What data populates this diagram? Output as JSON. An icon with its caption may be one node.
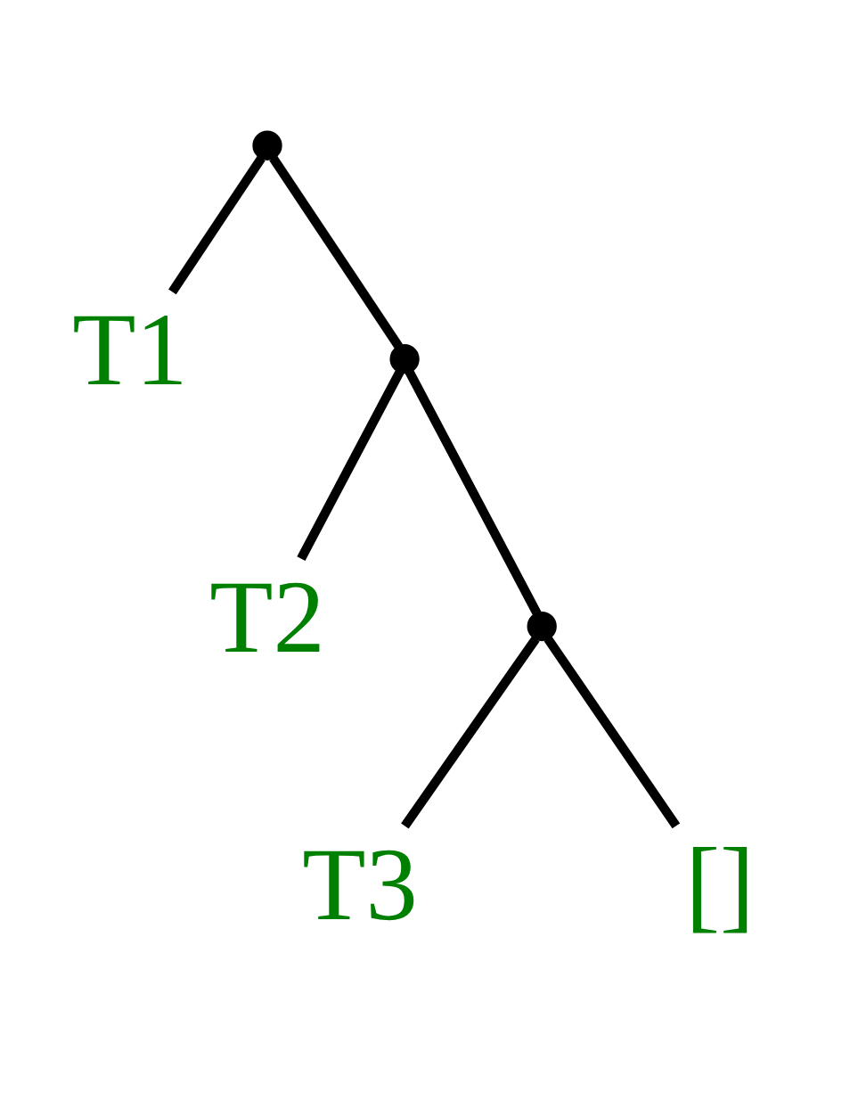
{
  "diagram": {
    "nodes": [
      {
        "text": [],
        "shape": "circle"
      },
      {
        "text": [
          "T1"
        ]
      },
      {
        "text": [],
        "shape": "circle"
      },
      {
        "text": [
          "T2"
        ]
      },
      {
        "text": [],
        "shape": "circle"
      },
      {
        "text": [
          "T3"
        ]
      },
      {
        "text": [
          "[]"
        ]
      }
    ],
    "edges": [
      {
        "from": 0,
        "to": 1,
        "arrow": "none"
      },
      {
        "from": 0,
        "to": 2,
        "arrow": "none"
      },
      {
        "from": 2,
        "to": 3,
        "arrow": "none"
      },
      {
        "from": 2,
        "to": 4,
        "arrow": "none"
      },
      {
        "from": 4,
        "to": 5,
        "arrow": "none"
      },
      {
        "from": 4,
        "to": 6,
        "arrow": "none"
      }
    ]
  }
}
